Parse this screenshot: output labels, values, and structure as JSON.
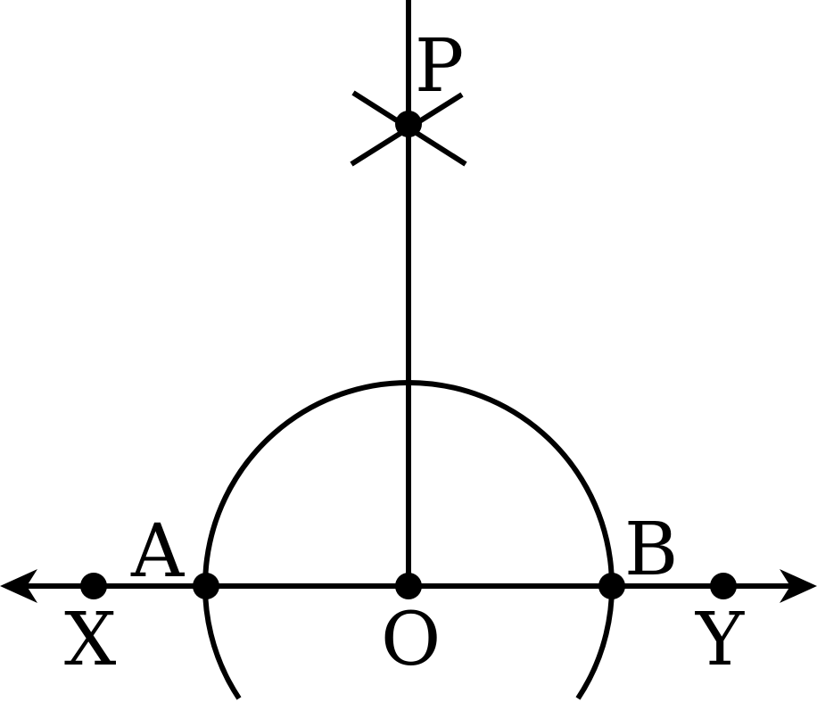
{
  "labels": {
    "P": "P",
    "A": "A",
    "B": "B",
    "O": "O",
    "X": "X",
    "Y": "Y"
  },
  "colors": {
    "stroke": "#000000",
    "background": "#ffffff"
  }
}
